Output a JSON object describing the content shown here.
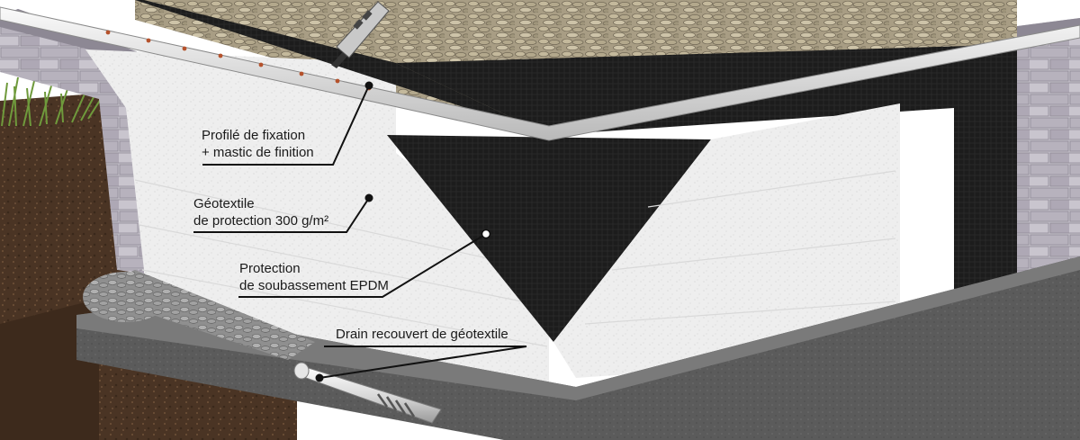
{
  "colors": {
    "membrane": "#1c1c1c",
    "geotextile": "#efefef",
    "concrete": "#5e5e5e",
    "stone_wall": "#bdb8c4",
    "gravel": "#a59a80",
    "soil": "#4a3424",
    "grass": "#6f9a3c",
    "profile": "#e9e9e9",
    "leader": "#111111"
  },
  "callouts": [
    {
      "id": "profile",
      "lines": [
        "Profilé de fixation",
        "+ mastic de finition"
      ]
    },
    {
      "id": "geotextile",
      "lines": [
        "Géotextile",
        "de protection 300 g/m²"
      ]
    },
    {
      "id": "epdm",
      "lines": [
        "Protection",
        "de soubassement EPDM"
      ]
    },
    {
      "id": "drain",
      "lines": [
        "Drain recouvert de géotextile"
      ]
    }
  ]
}
